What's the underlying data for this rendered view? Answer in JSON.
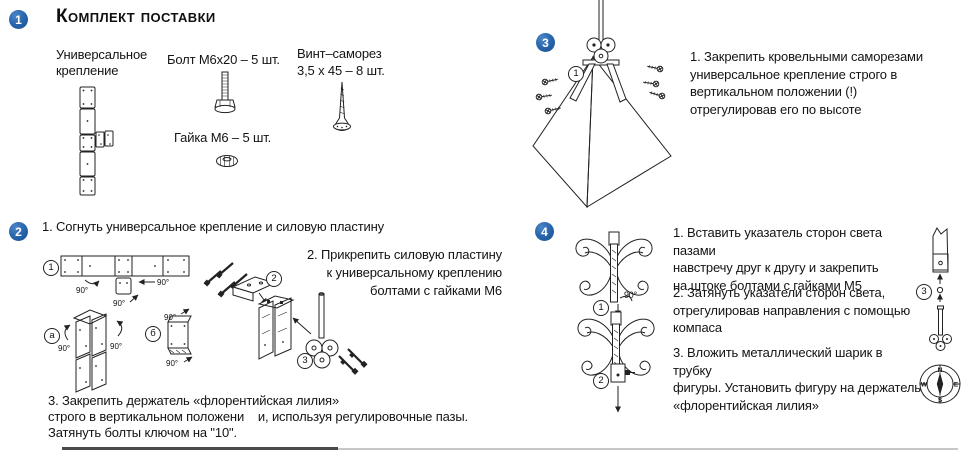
{
  "colors": {
    "badge_blue": "#1e5ca8",
    "ink": "#141414"
  },
  "kit": {
    "badge": "1",
    "title": "Комплект поставки",
    "universal_mount_line1": "Универсальное",
    "universal_mount_line2": "крепление",
    "bolt_label": "Болт М6х20 – 5 шт.",
    "nut_label": "Гайка М6 – 5 шт.",
    "screw_label_line1": "Винт–саморез",
    "screw_label_line2": "3,5 х 45 – 8 шт."
  },
  "bend": {
    "badge": "2",
    "step1": "1. Согнуть универсальное крепление и силовую пластину",
    "step2": "2. Прикрепить силовую пластину\nк универсальному креплению\nболтами с гайками М6",
    "step3_line1": "3. Закрепить держатель «флорентийская лилия»",
    "step3_line2": "строго в вертикальном положени    и, используя регулировочные пазы.",
    "step3_line3": "Затянуть болты ключом на \"10\".",
    "angle": "90°",
    "callout_1": "1",
    "callout_2": "2",
    "callout_3": "3",
    "callout_a": "а",
    "callout_b": "б"
  },
  "roof": {
    "badge": "3",
    "callout_1": "1",
    "step1": "1. Закрепить кровельными саморезами\nуниверсальное крепление строго в\nвертикальном положении (!)\nотрегулировав его по высоте"
  },
  "assemble": {
    "badge": "4",
    "callout_1": "1",
    "callout_2": "2",
    "callout_3": "3",
    "angle": "90°",
    "step1": "1. Вставить указатель сторон света пазами\nнавстречу друг к другу и закрепить\nна штоке болтами с гайками М5",
    "step2": "2. Затянуть указатели сторон света,\nотрегулировав направления с помощью\nкомпаса",
    "step3": "3. Вложить металлический шарик в трубку\nфигуры. Установить фигуру на держатель\n«флорентийская лилия»",
    "compass": {
      "n": "N",
      "e": "E",
      "s": "S",
      "w": "W"
    }
  }
}
